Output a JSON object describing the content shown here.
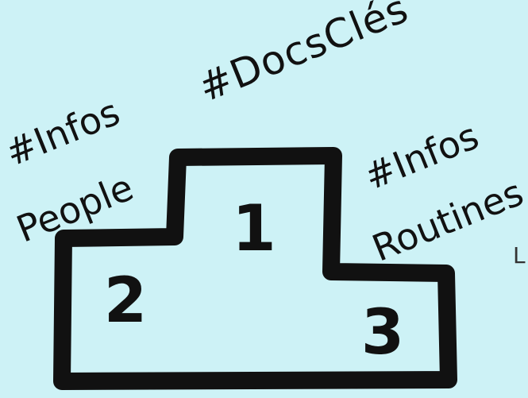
{
  "labels": {
    "docs_cles": "#DocsClés",
    "infos_people_1": "#Infos",
    "infos_people_2": "People",
    "infos_routines_1": "#Infos",
    "infos_routines_2": "Routines",
    "cut_letter": "L"
  },
  "podium": {
    "first": "1",
    "second": "2",
    "third": "3"
  },
  "colors": {
    "background": "#cdf2f6",
    "ink": "#111111"
  }
}
